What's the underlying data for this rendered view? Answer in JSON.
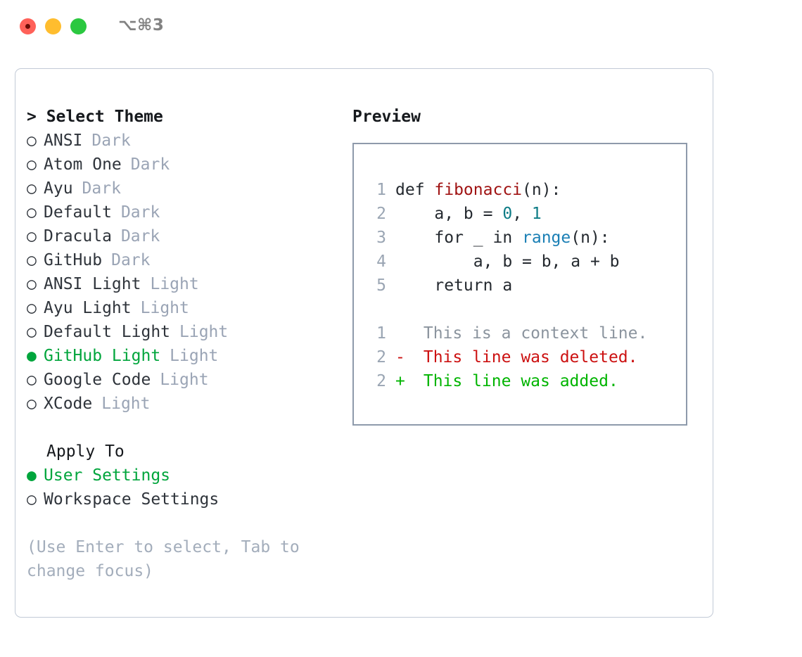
{
  "titlebar": {
    "shortcut": "⌥⌘3",
    "buttons": [
      {
        "name": "close",
        "color": "#ff6159"
      },
      {
        "name": "minimize",
        "color": "#ffbd2e"
      },
      {
        "name": "zoom",
        "color": "#2bc840"
      }
    ]
  },
  "theme_panel": {
    "header": "> Select Theme",
    "marker_unselected": "○",
    "marker_selected": "●",
    "items": [
      {
        "marker": "○",
        "name": "ANSI",
        "variant": "Dark",
        "selected": false
      },
      {
        "marker": "○",
        "name": "Atom One",
        "variant": "Dark",
        "selected": false
      },
      {
        "marker": "○",
        "name": "Ayu",
        "variant": "Dark",
        "selected": false
      },
      {
        "marker": "○",
        "name": "Default",
        "variant": "Dark",
        "selected": false
      },
      {
        "marker": "○",
        "name": "Dracula",
        "variant": "Dark",
        "selected": false
      },
      {
        "marker": "○",
        "name": "GitHub",
        "variant": "Dark",
        "selected": false
      },
      {
        "marker": "○",
        "name": "ANSI Light",
        "variant": "Light",
        "selected": false
      },
      {
        "marker": "○",
        "name": "Ayu Light",
        "variant": "Light",
        "selected": false
      },
      {
        "marker": "○",
        "name": "Default Light",
        "variant": "Light",
        "selected": false
      },
      {
        "marker": "●",
        "name": "GitHub Light",
        "variant": "Light",
        "selected": true
      },
      {
        "marker": "○",
        "name": "Google Code",
        "variant": "Light",
        "selected": false
      },
      {
        "marker": "○",
        "name": "XCode",
        "variant": "Light",
        "selected": false
      }
    ]
  },
  "apply_to": {
    "title": "Apply To",
    "options": [
      {
        "marker": "●",
        "label": "User Settings",
        "selected": true
      },
      {
        "marker": "○",
        "label": "Workspace Settings",
        "selected": false
      }
    ]
  },
  "hint": "(Use Enter to select, Tab to change focus)",
  "preview": {
    "heading": "Preview",
    "code_lines": [
      {
        "lineno": "1",
        "tokens": [
          {
            "text": "def ",
            "type": "plain"
          },
          {
            "text": "fibonacci",
            "type": "fn"
          },
          {
            "text": "(n):",
            "type": "plain"
          }
        ]
      },
      {
        "lineno": "2",
        "tokens": [
          {
            "text": "    a, b = ",
            "type": "plain"
          },
          {
            "text": "0",
            "type": "num"
          },
          {
            "text": ", ",
            "type": "plain"
          },
          {
            "text": "1",
            "type": "num"
          }
        ]
      },
      {
        "lineno": "3",
        "tokens": [
          {
            "text": "    for _ in ",
            "type": "plain"
          },
          {
            "text": "range",
            "type": "call"
          },
          {
            "text": "(n):",
            "type": "plain"
          }
        ]
      },
      {
        "lineno": "4",
        "tokens": [
          {
            "text": "        a, b = b, a + b",
            "type": "plain"
          }
        ]
      },
      {
        "lineno": "5",
        "tokens": [
          {
            "text": "    return a",
            "type": "plain"
          }
        ]
      }
    ],
    "diff_lines": [
      {
        "lineno": "1",
        "sign": " ",
        "text": " This is a context line.",
        "kind": "context"
      },
      {
        "lineno": "2",
        "sign": "-",
        "text": " This line was deleted.",
        "kind": "del"
      },
      {
        "lineno": "2",
        "sign": "+",
        "text": " This line was added.",
        "kind": "add"
      }
    ]
  },
  "colors": {
    "selected_green": "#00a53c",
    "variant_gray": "#9aa4b5",
    "hint_gray": "#a3adbb",
    "lineno_gray": "#9aa5b3",
    "code_fn_red": "#a01313",
    "code_num_teal": "#0e7c86",
    "code_call_blue": "#1a7fb5",
    "diff_del_red": "#cc1111",
    "diff_add_green": "#00b400",
    "diff_context_gray": "#8b949e",
    "panel_border": "#c2cad6",
    "preview_border": "#8e9aab"
  }
}
